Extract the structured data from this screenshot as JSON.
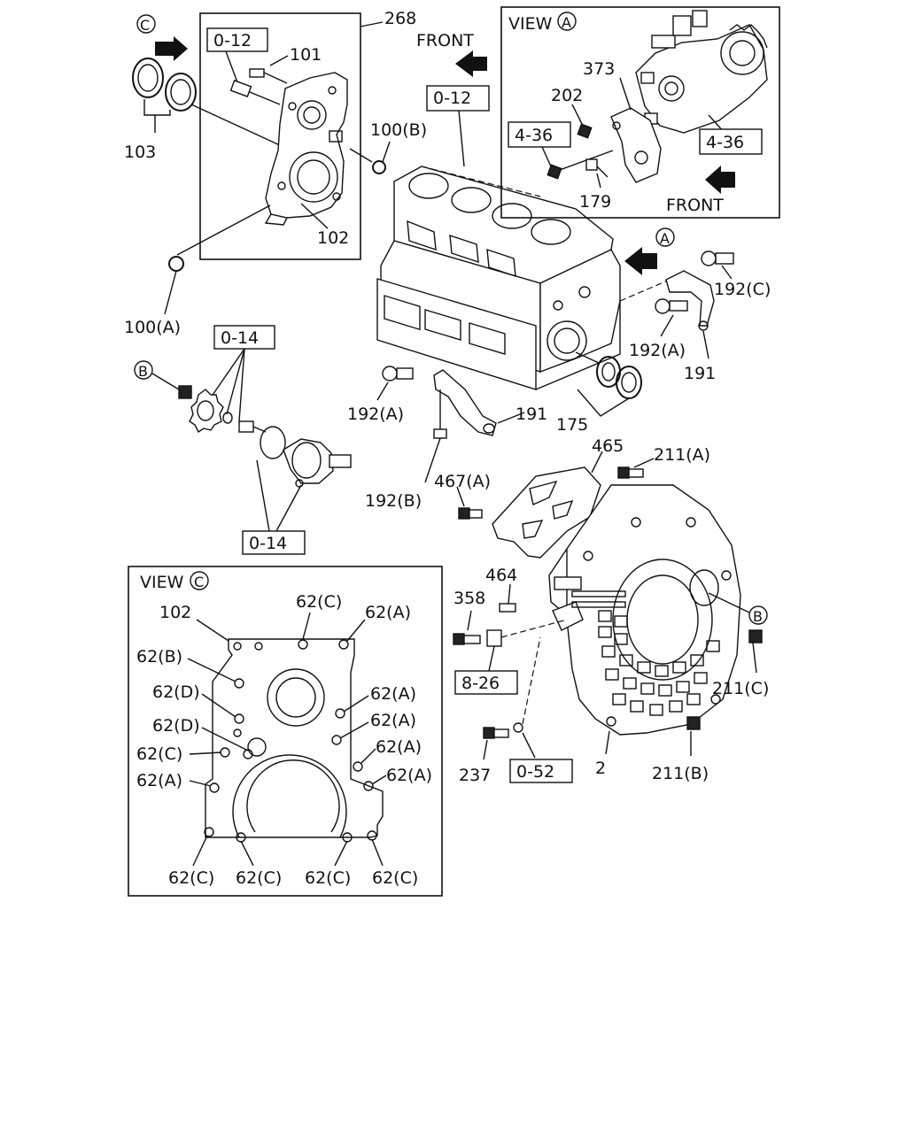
{
  "callouts": {
    "p268": "268",
    "p101": "101",
    "p103": "103",
    "p102a": "102",
    "p100b": "100(B)",
    "p100a": "100(A)",
    "p373": "373",
    "p202": "202",
    "p179": "179",
    "p192c": "192(C)",
    "p192a_right": "192(A)",
    "p191_right": "191",
    "p175": "175",
    "p192a_mid": "192(A)",
    "p191_mid": "191",
    "p192b": "192(B)",
    "p465": "465",
    "p211a": "211(A)",
    "p467a": "467(A)",
    "p464": "464",
    "p358": "358",
    "p211c": "211(C)",
    "p237": "237",
    "p2": "2",
    "p211b": "211(B)",
    "v102": "102",
    "v62c_top": "62(C)",
    "v62a_top": "62(A)",
    "v62b": "62(B)",
    "v62d_1": "62(D)",
    "v62a_r1": "62(A)",
    "v62d_2": "62(D)",
    "v62a_r2": "62(A)",
    "v62c_left": "62(C)",
    "v62a_r3": "62(A)",
    "v62a_left": "62(A)",
    "v62a_r4": "62(A)",
    "v62c_b1": "62(C)",
    "v62c_b2": "62(C)",
    "v62c_b3": "62(C)",
    "v62c_b4": "62(C)"
  },
  "refs": {
    "r012_top": "0-12",
    "r012_block": "0-12",
    "r436_left": "4-36",
    "r436_right": "4-36",
    "r014_top": "0-14",
    "r014_bottom": "0-14",
    "r826": "8-26",
    "r052": "0-52"
  },
  "markers": {
    "c_top": "C",
    "a_side": "A",
    "b_gear": "B",
    "b_housing": "B",
    "a_view": "A",
    "c_view": "C"
  },
  "labels": {
    "front_top": "FRONT",
    "front_view": "FRONT",
    "view_a": "VIEW",
    "view_c": "VIEW"
  }
}
